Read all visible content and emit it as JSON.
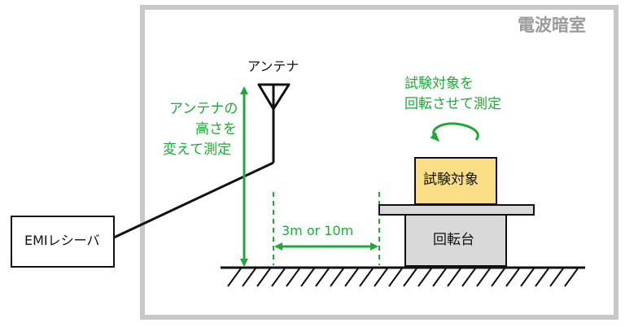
{
  "chamber": {
    "label": "電波暗室"
  },
  "antenna": {
    "label": "アンテナ"
  },
  "height_note": {
    "lines": [
      "アンテナの",
      "高さを",
      "変えて測定"
    ]
  },
  "rotation_note": {
    "lines": [
      "試験対象を",
      "回転させて測定"
    ]
  },
  "eut": {
    "label": "試験対象"
  },
  "turntable": {
    "label": "回転台"
  },
  "distance": {
    "label": "3m or 10m"
  },
  "receiver": {
    "label": "EMIレシーバ"
  },
  "colors": {
    "chamber_wall": "#c8c8c8",
    "accent_green": "#22a83a",
    "eut_fill": "#fbdf87",
    "turntable_fill": "#d9d9d9",
    "line": "#111111"
  }
}
